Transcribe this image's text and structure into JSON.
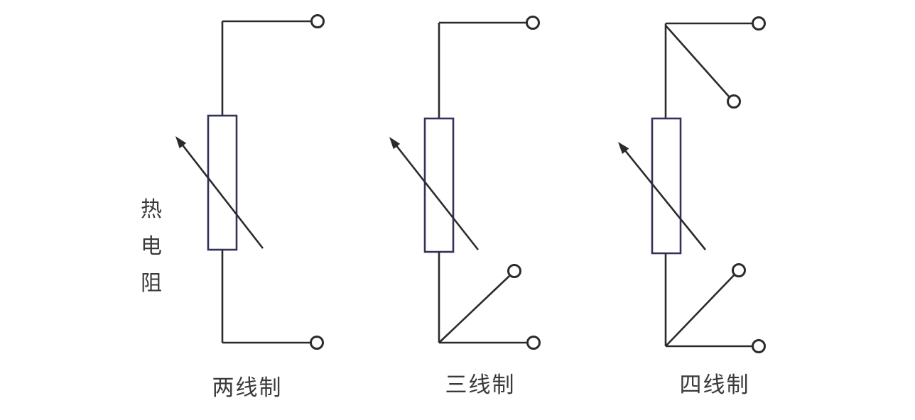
{
  "page": {
    "description": "Three circuit diagrams showing RTD (thermal resistance) wiring configurations"
  },
  "colors": {
    "background": "#ffffff",
    "wire": "#2b2b2b",
    "resistor_stroke": "#32325c",
    "text": "#3a3a3a"
  },
  "labels": {
    "component_vertical": "热电阻",
    "diagram_two_wire": "两线制",
    "diagram_three_wire": "三线制",
    "diagram_four_wire": "四线制"
  }
}
